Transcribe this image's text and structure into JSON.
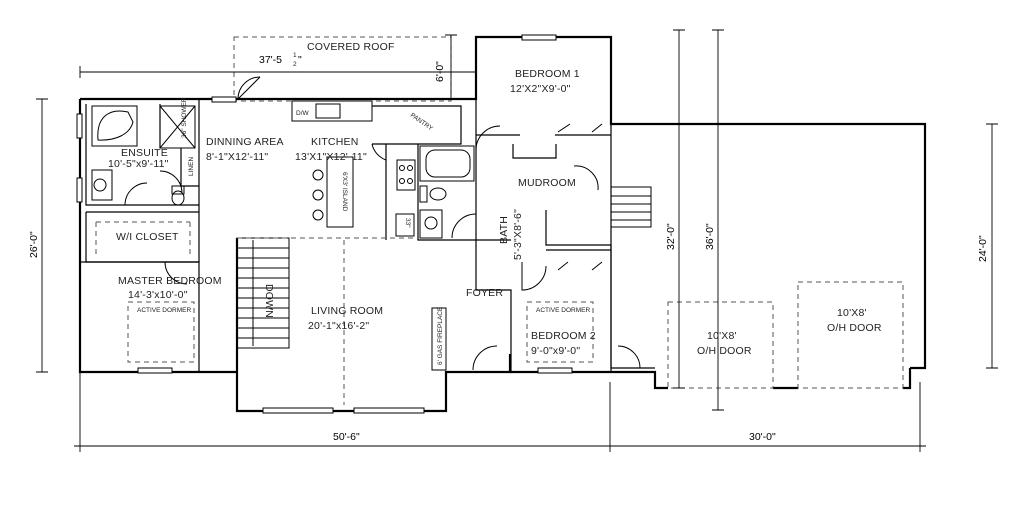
{
  "plan": {
    "rooms": {
      "covered_roof": "COVERED ROOF",
      "bedroom1_name": "BEDROOM 1",
      "bedroom1_size": "12'X2\"X9'-0\"",
      "ensuite_name": "ENSUITE",
      "ensuite_size": "10'-5\"x9'-11\"",
      "dining_name": "DINNING AREA",
      "dining_size": "8'-1\"X12'-11\"",
      "kitchen_name": "KITCHEN",
      "kitchen_size": "13'X1\"X12'-11\"",
      "mudroom_name": "MUDROOM",
      "wi_closet": "W/I CLOSET",
      "bath_name": "BATH",
      "bath_size": "5'-3\"X8'-6\"",
      "master_name": "MASTER BEDROOM",
      "master_size": "14'-3'x10'-0\"",
      "living_name": "LIVING ROOM",
      "living_size": "20'-1\"x16'-2\"",
      "foyer": "FOYER",
      "bedroom2_name": "BEDROOM 2",
      "bedroom2_size": "9'-0\"x9'-0\"",
      "garage_door_left": "10'X8'",
      "garage_door_left_2": "O/H DOOR",
      "garage_door_right": "10'X8'",
      "garage_door_right_2": "O/H DOOR"
    },
    "small_labels": {
      "linen": "LINEN",
      "shower": "36\" SHOWER",
      "pantry": "PANTRY",
      "island": "6'X3' ISLAND",
      "dw": "D/W",
      "width_33": "33\"",
      "active_dormer_1": "ACTIVE DORMER",
      "active_dormer_2": "ACTIVE DORMER",
      "gas_fireplace": "6' GAS FIREPLACE",
      "down": "DOWN"
    },
    "dimensions": {
      "top_37": "37'-5",
      "top_37_frac_num": "1",
      "top_37_frac_den": "2",
      "top_37_unit": "\"",
      "top_6": "6'-0\"",
      "left_26": "26'-0\"",
      "bottom_50": "50'-6\"",
      "bottom_30": "30'-0\"",
      "garage_32": "32'-0\"",
      "garage_36": "36'-0\"",
      "right_24": "24'-0\""
    }
  }
}
